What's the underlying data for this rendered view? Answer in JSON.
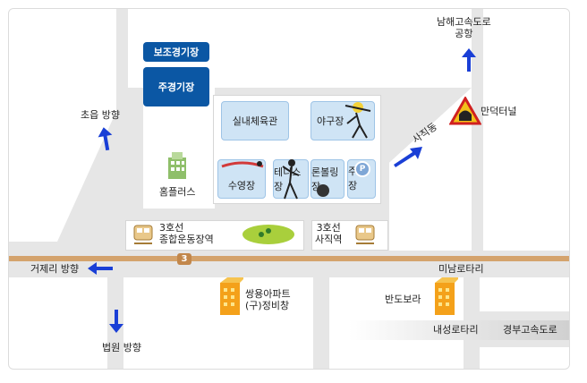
{
  "map": {
    "labels": {
      "sub_stadium": "보조경기장",
      "main_stadium": "주경기장",
      "homeplus": "홈플러스",
      "indoor_gym": "실내체육관",
      "baseball": "야구장",
      "swimming": "수영장",
      "tennis": "테니스장",
      "bowling": "론볼링장",
      "parking": "주차장",
      "line3_sports": "3호선\n종합운동장역",
      "line3_sajik": "3호선\n사직역",
      "choeup": "초읍 방향",
      "namhae_airport": "남해고속도로\n공항",
      "mandeok_tunnel": "만덕터널",
      "sajikdong": "사직동",
      "geoje_dir": "거제리 방향",
      "minam_rotary": "미남로타리",
      "ssangyong": "쌍용아파트\n(구)정비창",
      "bandobora": "반도보라",
      "court_dir": "법원 방향",
      "naeseong_rotary": "내성로타리",
      "gyeongbu_highway": "경부고속도로",
      "route_number": "3"
    },
    "icons": [
      "arrow-up-icon",
      "arrow-left-icon",
      "arrow-down-icon",
      "arrow-upright-icon",
      "tunnel-warning-icon",
      "subway-train-icon",
      "building-icon",
      "parking-icon"
    ],
    "colors": {
      "background": "#e6e6e6",
      "block": "#ffffff",
      "facility": "#cfe4f5",
      "stadium": "#0b57a4",
      "road": "#d4a36d",
      "arrow": "#1a3fd6"
    }
  }
}
